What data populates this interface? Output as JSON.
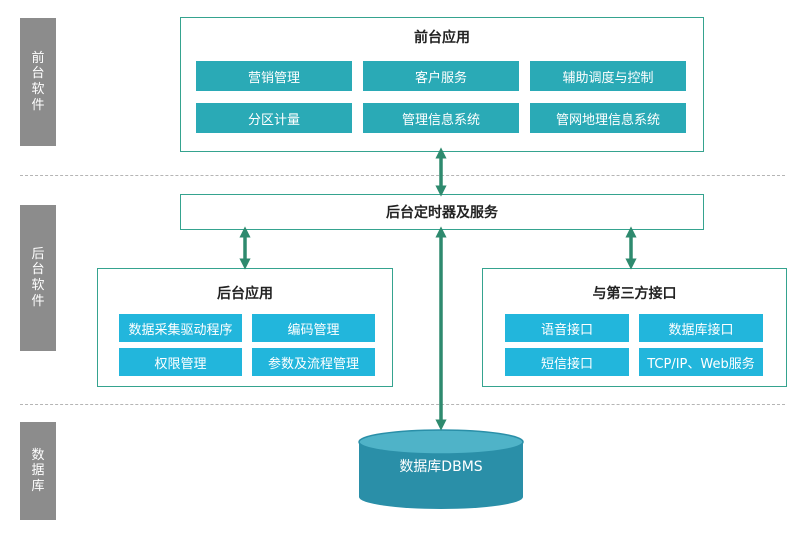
{
  "sidebar": {
    "front": "前台软件",
    "back": "后台软件",
    "db": "数据库"
  },
  "front_app": {
    "title": "前台应用",
    "modules": [
      "营销管理",
      "客户服务",
      "辅助调度与控制",
      "分区计量",
      "管理信息系统",
      "管网地理信息系统"
    ]
  },
  "timer_service": "后台定时器及服务",
  "back_app": {
    "title": "后台应用",
    "modules": [
      "数据采集驱动程序",
      "编码管理",
      "权限管理",
      "参数及流程管理"
    ]
  },
  "third_party": {
    "title": "与第三方接口",
    "modules": [
      "语音接口",
      "数据库接口",
      "短信接口",
      "TCP/IP、Web服务"
    ]
  },
  "database": "数据库DBMS",
  "colors": {
    "border": "#35a38f",
    "arrow": "#2e8a6e",
    "module_teal": "#2aaab6",
    "module_cyan": "#22b6dc",
    "sidebar": "#8c8c8c",
    "db": "#2a8fa8"
  }
}
